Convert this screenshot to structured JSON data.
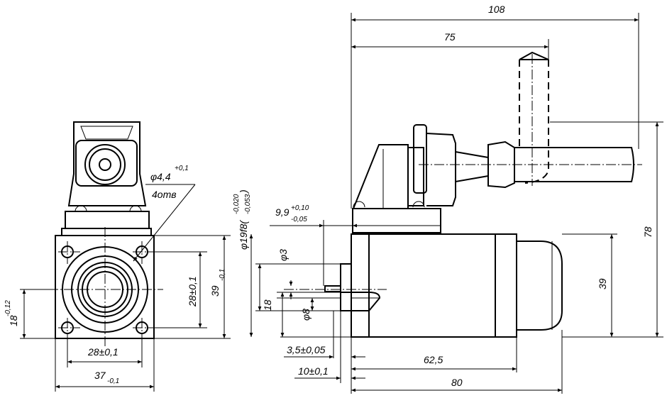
{
  "drawing": {
    "front_view": {
      "hole_spec_a": "φ4,4",
      "hole_spec_b": "+0,1",
      "hole_spec_c": "4отв",
      "dim_18": "18",
      "dim_18_tol": "-0,12",
      "dim_28_h": "28±0,1",
      "dim_28_v": "28±0,1",
      "dim_37": "37",
      "dim_37_tol": "-0,1",
      "dim_39": "39",
      "dim_39_tol": "-0,1"
    },
    "side_view": {
      "dim_108": "108",
      "dim_75": "75",
      "dim_78": "78",
      "dim_39": "39",
      "dim_62_5": "62,5",
      "dim_80": "80",
      "dim_10": "10±0,1",
      "dim_3_5": "3,5±0,05",
      "dim_18": "18",
      "dim_phi3": "φ3",
      "dim_phi8": "φ8",
      "dim_9_9": "9,9",
      "dim_9_9_up": "+0,10",
      "dim_9_9_lo": "-0,05",
      "dim_phi19": "φ19f8(",
      "dim_phi19_up": "-0,020",
      "dim_phi19_lo": "-0,053",
      "dim_phi19_close": ")"
    }
  }
}
